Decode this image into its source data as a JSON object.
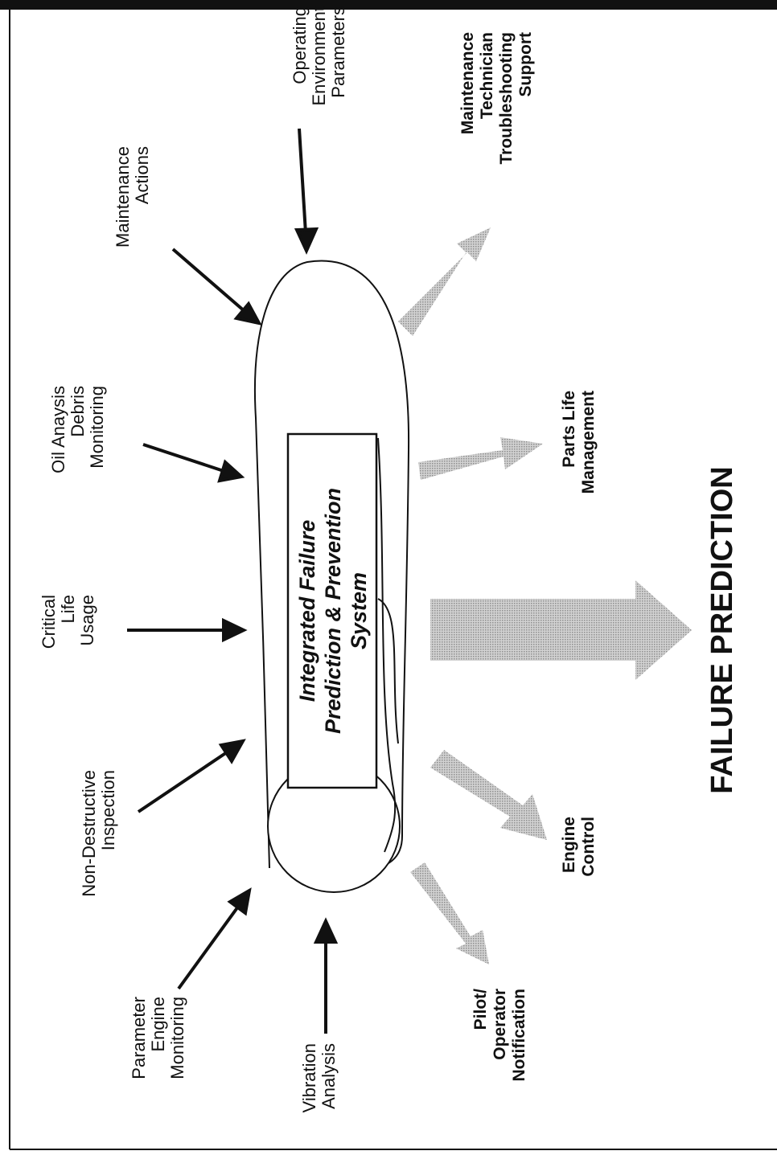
{
  "core": {
    "lines": [
      "Integrated Failure",
      "Prediction & Prevention",
      "System"
    ]
  },
  "inputs": [
    {
      "id": "operating",
      "lines": [
        "Operating",
        "Environment",
        "Parameters"
      ]
    },
    {
      "id": "maintenance",
      "lines": [
        "Maintenance",
        "Actions"
      ]
    },
    {
      "id": "oil",
      "lines": [
        "Oil Anaysis",
        "Debris",
        "Monitoring"
      ]
    },
    {
      "id": "critical",
      "lines": [
        "Critical",
        "Life",
        "Usage"
      ]
    },
    {
      "id": "ndi",
      "lines": [
        "Non-Destructive",
        "Inspection"
      ]
    },
    {
      "id": "parameter",
      "lines": [
        "Parameter",
        "Engine",
        "Monitoring"
      ]
    },
    {
      "id": "vibration",
      "lines": [
        "Vibration",
        "Analysis"
      ]
    }
  ],
  "outputs": [
    {
      "id": "maint-tech",
      "lines": [
        "Maintenance",
        "Technician",
        "Troubleshooting",
        "Support"
      ]
    },
    {
      "id": "parts",
      "lines": [
        "Parts Life",
        "Management"
      ]
    },
    {
      "id": "engine",
      "lines": [
        "Engine",
        "Control"
      ]
    },
    {
      "id": "pilot",
      "lines": [
        "Pilot/",
        "Operator",
        "Notification"
      ]
    }
  ],
  "result": {
    "label": "FAILURE PREDICTION"
  },
  "colors": {
    "ink": "#111111",
    "arrow_fill": "#b9b9b9"
  }
}
